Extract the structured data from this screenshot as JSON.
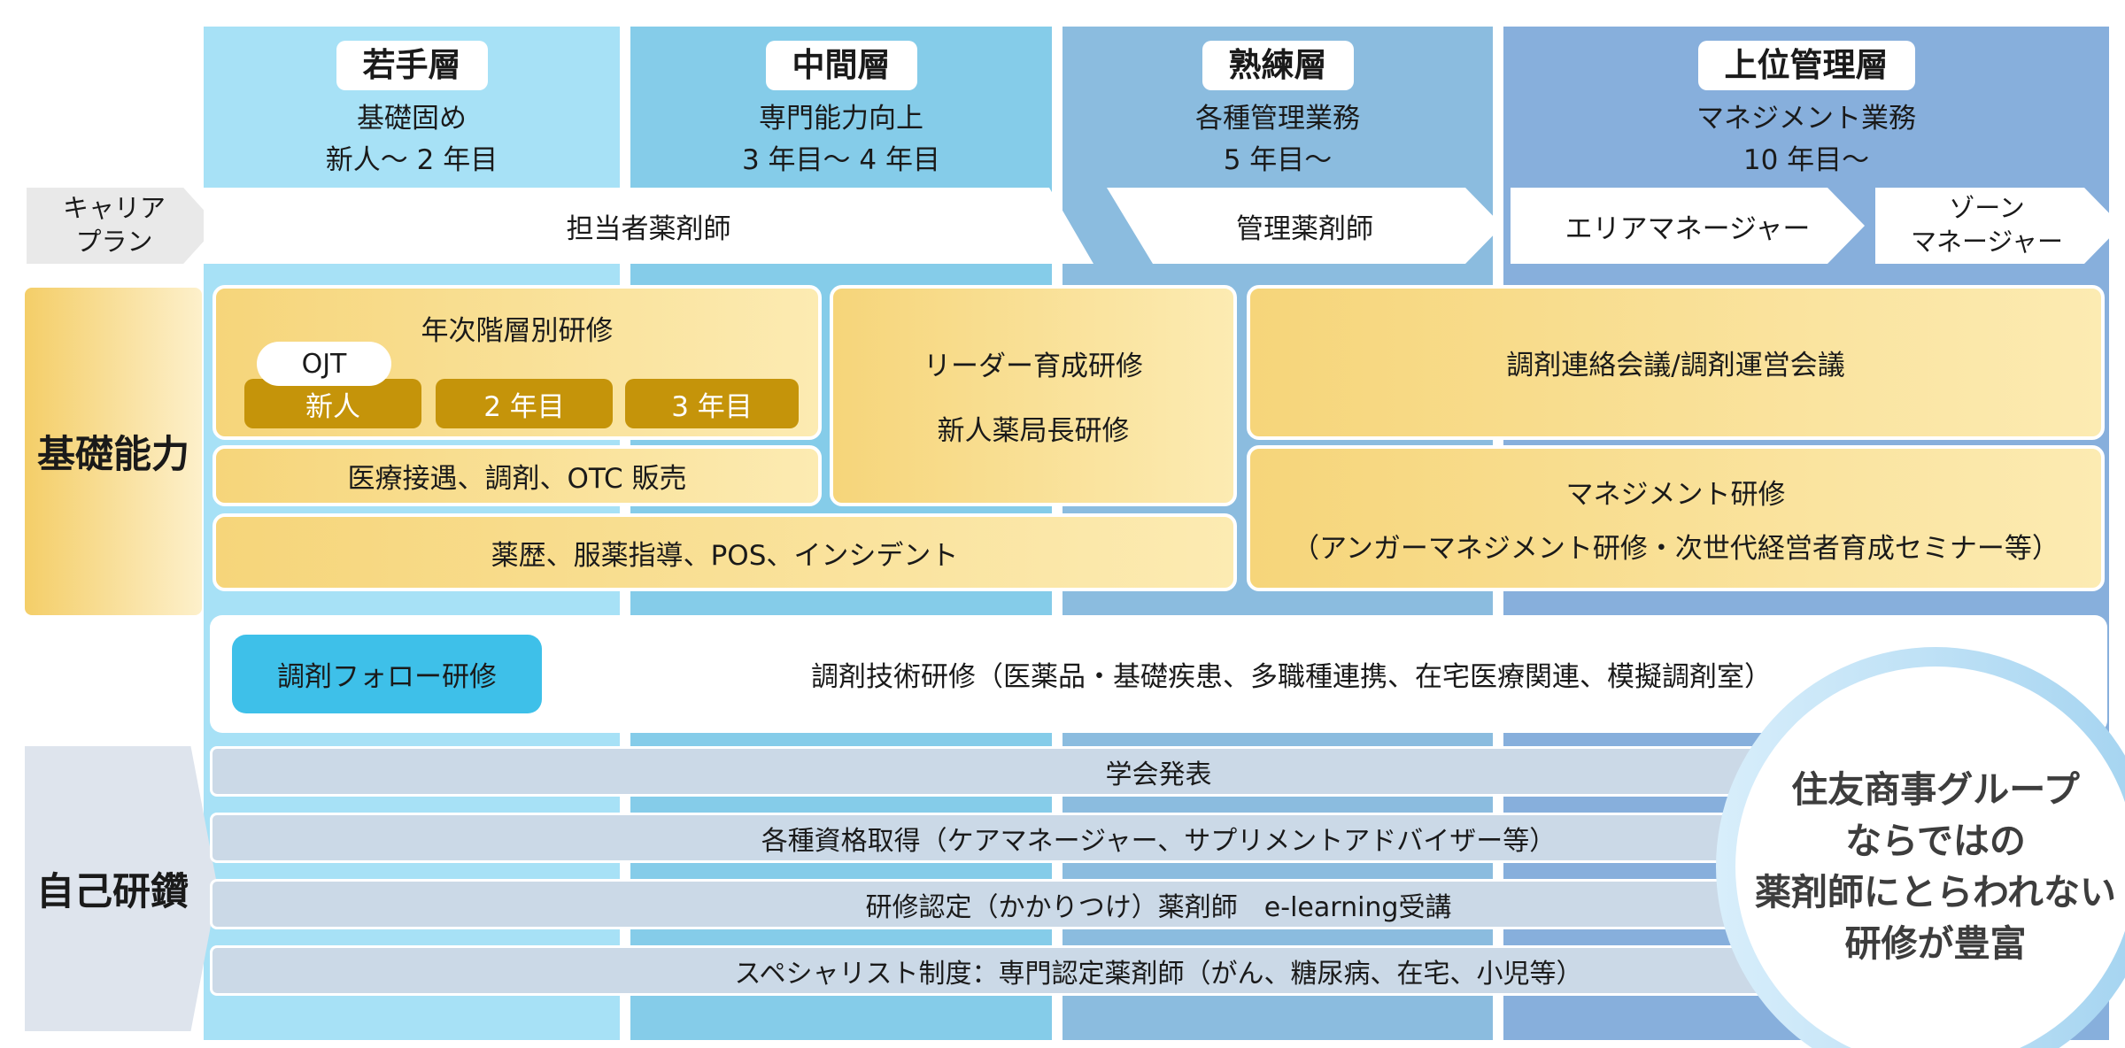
{
  "header": {
    "tiers": [
      {
        "pill": "若手層",
        "line1": "基礎固め",
        "line2": "新人〜 2 年目"
      },
      {
        "pill": "中間層",
        "line1": "専門能力向上",
        "line2": "3 年目〜 4 年目"
      },
      {
        "pill": "熟練層",
        "line1": "各種管理業務",
        "line2": "5 年目〜"
      },
      {
        "pill": "上位管理層",
        "line1": "マネジメント業務",
        "line2": "10 年目〜"
      }
    ]
  },
  "career": {
    "label_line1": "キャリア",
    "label_line2": "プラン",
    "stage1": "担当者薬剤師",
    "stage2": "管理薬剤師",
    "stage3": "エリアマネージャー",
    "stage4_line1": "ゾーン",
    "stage4_line2": "マネージャー"
  },
  "kiso": {
    "label": "基礎能力",
    "nenji_title": "年次階層別研修",
    "ojt": "OJT",
    "btn1": "新人",
    "btn2": "2 年目",
    "btn3": "3 年目",
    "leader_line1": "リーダー育成研修",
    "leader_line2": "新人薬局長研修",
    "kaigi": "調剤連絡会議/調剤運営会議",
    "iryo": "医療接遇、調剤、OTC 販売",
    "mgmt_line1": "マネジメント研修",
    "mgmt_line2": "（アンガーマネジメント研修・次世代経営者育成セミナー等）",
    "yakureki": "薬歴、服薬指導、POS、インシデント",
    "follow_button": "調剤フォロー研修",
    "gijutsu": "調剤技術研修（医薬品・基礎疾患、多職種連携、在宅医療関連、模擬調剤室）"
  },
  "jiko": {
    "label": "自己研鑽",
    "bars": [
      "学会発表",
      "各種資格取得（ケアマネージャー、サプリメントアドバイザー等）",
      "研修認定（かかりつけ）薬剤師　e-learning受講",
      "スペシャリスト制度：専門認定薬剤師（がん、糖尿病、在宅、小児等）"
    ]
  },
  "circle_note": {
    "line1": "住友商事グループ",
    "line2": "ならではの",
    "line3": "薬剤師にとらわれない",
    "line4": "研修が豊富"
  },
  "colors": {
    "tier1_band": "#A7E1F6",
    "tier2_band": "#85CCE9",
    "tier3_band": "#8BBCDF",
    "tier4_band": "#87AFDC",
    "gold_box_gradient_start": "#F6D57A",
    "gold_box_gradient_end": "#FCEBB2",
    "gold_button": "#C5940A",
    "follow_button_blue": "#3EC0E9",
    "self_dev_bar": "#CBD9E7",
    "circle_ring": "#A3D3F0",
    "career_label_gray": "#E9E9E9"
  }
}
